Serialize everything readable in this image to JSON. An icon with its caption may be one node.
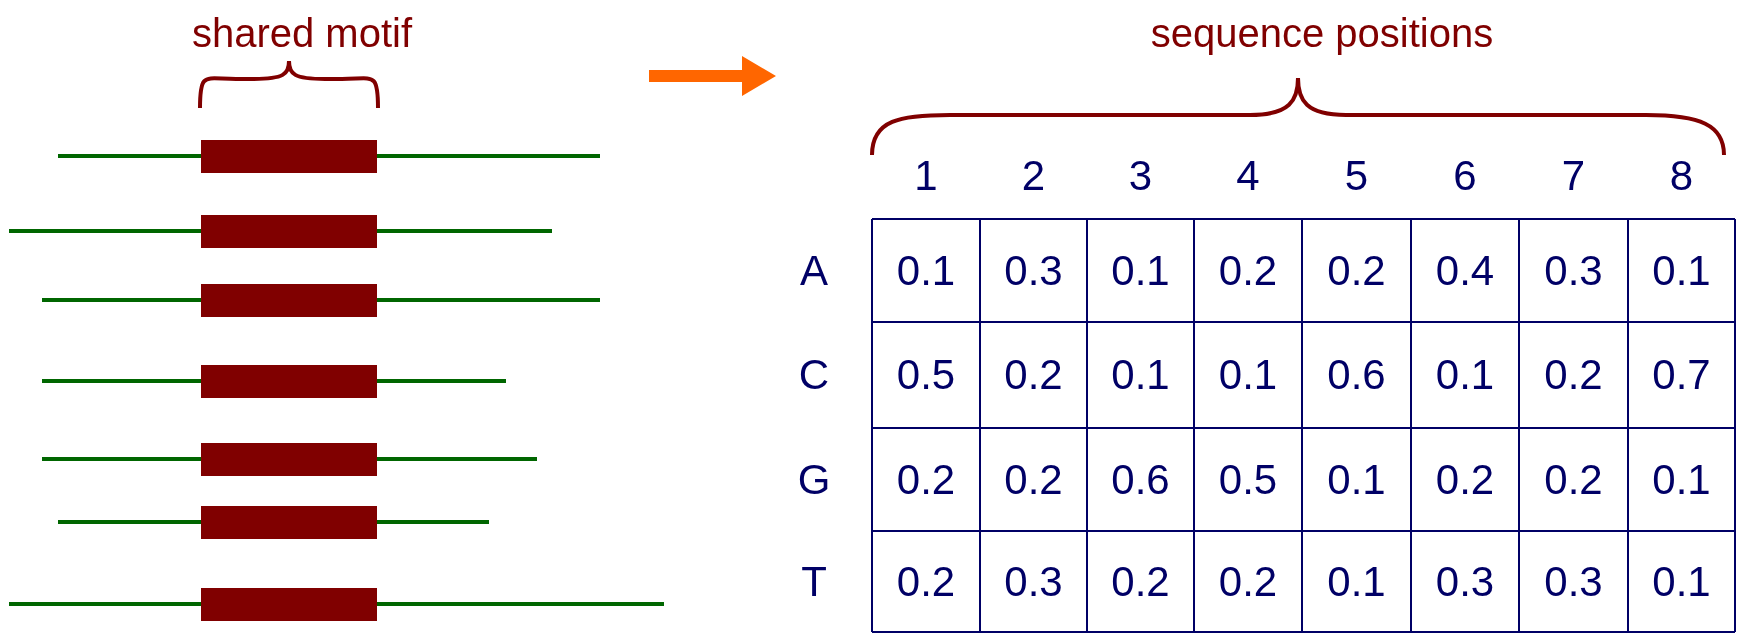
{
  "diagram": {
    "labels": [
      "shared motif",
      "sequence positions",
      "1",
      "2",
      "3",
      "4",
      "5",
      "6",
      "7",
      "8",
      "A",
      "0.1",
      "0.3",
      "0.1",
      "0.2",
      "0.2",
      "0.4",
      "0.3",
      "0.1",
      "C",
      "0.5",
      "0.2",
      "0.1",
      "0.1",
      "0.6",
      "0.1",
      "0.2",
      "0.7",
      "G",
      "0.2",
      "0.2",
      "0.6",
      "0.5",
      "0.1",
      "0.2",
      "0.2",
      "0.1",
      "T",
      "0.2",
      "0.3",
      "0.2",
      "0.2",
      "0.1",
      "0.3",
      "0.3",
      "0.1"
    ]
  }
}
